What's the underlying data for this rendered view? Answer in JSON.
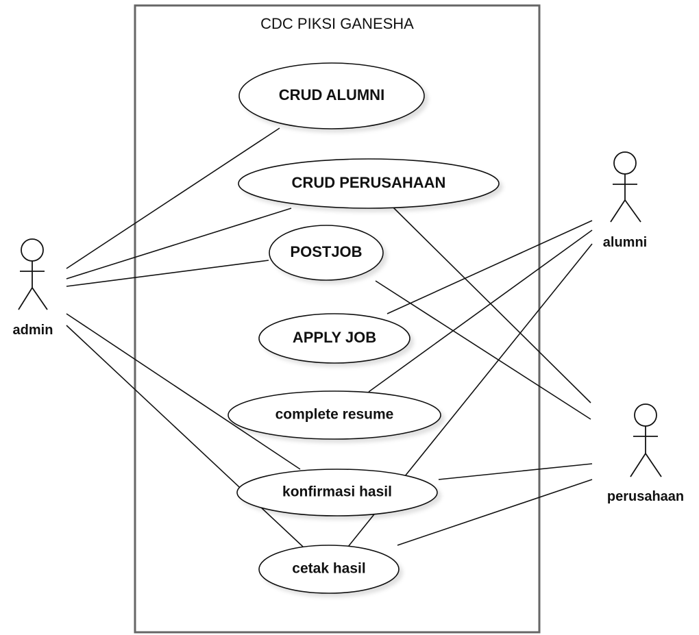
{
  "system": {
    "title": "CDC PIKSI GANESHA"
  },
  "actors": [
    {
      "id": "admin",
      "label": "admin"
    },
    {
      "id": "alumni",
      "label": "alumni"
    },
    {
      "id": "perusahaan",
      "label": "perusahaan"
    }
  ],
  "use_cases": [
    {
      "id": "crud_alumni",
      "label": "CRUD ALUMNI"
    },
    {
      "id": "crud_perusahaan",
      "label": "CRUD PERUSAHAAN"
    },
    {
      "id": "postjob",
      "label": "POSTJOB"
    },
    {
      "id": "apply_job",
      "label": "APPLY JOB"
    },
    {
      "id": "complete_resume",
      "label": "complete resume"
    },
    {
      "id": "konfirmasi_hasil",
      "label": "konfirmasi hasil"
    },
    {
      "id": "cetak_hasil",
      "label": "cetak hasil"
    }
  ],
  "associations": [
    {
      "actor": "admin",
      "use_case": "crud_alumni"
    },
    {
      "actor": "admin",
      "use_case": "crud_perusahaan"
    },
    {
      "actor": "admin",
      "use_case": "postjob"
    },
    {
      "actor": "admin",
      "use_case": "konfirmasi_hasil"
    },
    {
      "actor": "admin",
      "use_case": "cetak_hasil"
    },
    {
      "actor": "alumni",
      "use_case": "apply_job"
    },
    {
      "actor": "alumni",
      "use_case": "complete_resume"
    },
    {
      "actor": "alumni",
      "use_case": "cetak_hasil"
    },
    {
      "actor": "perusahaan",
      "use_case": "crud_perusahaan"
    },
    {
      "actor": "perusahaan",
      "use_case": "postjob"
    },
    {
      "actor": "perusahaan",
      "use_case": "konfirmasi_hasil"
    },
    {
      "actor": "perusahaan",
      "use_case": "cetak_hasil"
    }
  ],
  "colors": {
    "stroke": "#111111",
    "system_border": "#666666",
    "background": "#ffffff"
  }
}
